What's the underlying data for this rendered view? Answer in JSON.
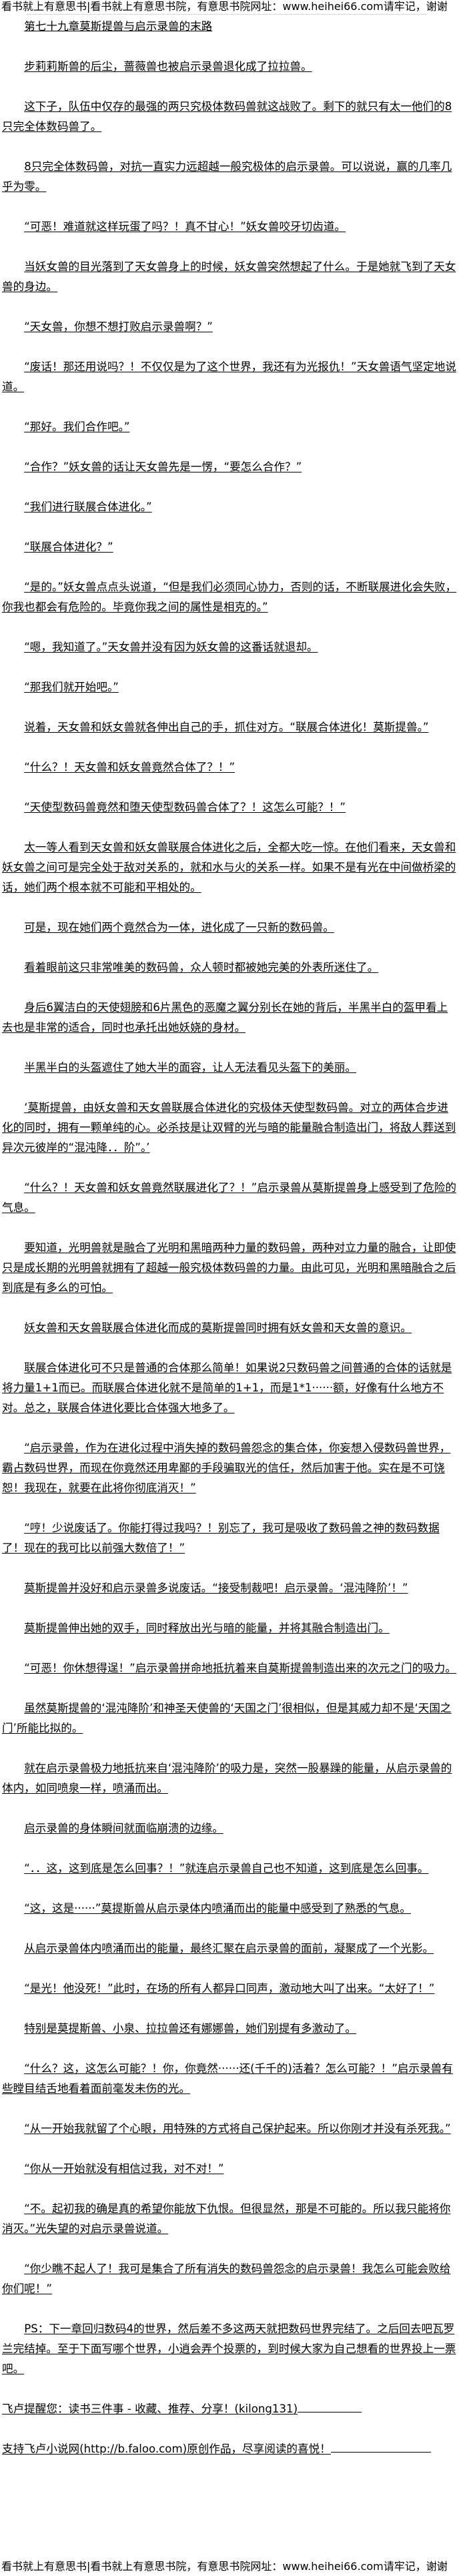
{
  "banner": "看书就上有意思书|看书就上有意思书院，有意思书院网址：www.heihei66.com请牢记，谢谢",
  "title": "第七十九章莫斯提兽与启示录兽的末路",
  "paragraphs": [
    "步莉莉斯兽的后尘，蔷薇兽也被启示录兽退化成了拉拉兽。",
    "这下子，队伍中仅存的最强的两只究极体数码兽就这战败了。剩下的就只有太一他们的8只完全体数码兽了。",
    "8只完全体数码兽，对抗一直实力远超越一般究极体的启示录兽。可以说说，赢的几率几乎为零。",
    "“可恶！难道就这样玩蛋了吗？！真不甘心！”妖女兽咬牙切齿道。",
    "当妖女兽的目光落到了天女兽身上的时候，妖女兽突然想起了什么。于是她就飞到了天女兽的身边。",
    "“天女兽，你想不想打败启示录兽啊？”",
    "“废话！那还用说吗？！不仅仅是为了这个世界，我还有为光报仇！”天女兽语气坚定地说道。",
    "“那好。我们合作吧。”",
    "“合作？”妖女兽的话让天女兽先是一愣，“要怎么合作？”",
    "“我们进行联展合体进化。”",
    "“联展合体进化？”",
    "“是的。”妖女兽点点头说道，“但是我们必须同心协力，否则的话，不断联展进化会失败，你我也都会有危险的。毕竟你我之间的属性是相克的。”",
    "“嗯，我知道了。”天女兽并没有因为妖女兽的这番话就退却。",
    "“那我们就开始吧。”",
    "说着，天女兽和妖女兽就各伸出自己的手，抓住对方。“联展合体进化！莫斯提兽。”",
    "“什么？！天女兽和妖女兽竟然合体了？！”",
    "“天使型数码兽竟然和堕天使型数码兽合体了？！这怎么可能？！”",
    "太一等人看到天女兽和妖女兽联展合体进化之后，全都大吃一惊。在他们看来，天女兽和妖女兽之间可是完全处于敌对关系的，就和水与火的关系一样。如果不是有光在中间做桥梁的话，她们两个根本就不可能和平相处的。",
    "可是，现在她们两个竟然合为一体，进化成了一只新的数码兽。",
    "看着眼前这只非常唯美的数码兽，众人顿时都被她完美的外表所迷住了。",
    "身后6翼洁白的天使翅膀和6片黑色的恶魔之翼分别长在她的背后，半黑半白的盔甲看上去也是非常的适合，同时也承托出她妖娆的身材。",
    "半黑半白的头盔遮住了她大半的面容，让人无法看见头盔下的美丽。",
    "‘莫斯提兽，由妖女兽和天女兽联展合体进化的究极体天使型数码兽。对立的两体合步进化的同时，拥有一颗单纯的心。必杀技是让双臂的光与暗的能量融合制造出门，将敌人葬送到异次元彼岸的“混沌降．．阶”。’",
    "“什么？！天女兽和妖女兽竟然联展进化了？！”启示录兽从莫斯提兽身上感受到了危险的气息。",
    "要知道，光明兽就是融合了光明和黑暗两种力量的数码兽，两种对立力量的融合，让即使只是成长期的光明兽就拥有了超越一般究极体数码兽的力量。由此可见，光明和黑暗融合之后到底是有多么的可怕。",
    "妖女兽和天女兽联展合体进化而成的莫斯提兽同时拥有妖女兽和天女兽的意识。",
    "联展合体进化可不只是普通的合体那么简单！如果说2只数码兽之间普通的合体的话就是将力量1+1而已。而联展合体进化就不是简单的1+1，而是1*1······额，好像有什么地方不对。总之，联展合体进化要比合体强大地多了。",
    "“启示录兽，作为在进化过程中消失掉的数码兽怨念的集合体，你妄想入侵数码兽世界，霸占数码世界，而现在你竟然还用卑鄙的手段骗取光的信任，然后加害于他。实在是不可饶恕！我现在，就要在此将你彻底消灭！”",
    "“哼！少说废话了。你能打得过我吗？！别忘了，我可是吸收了数码兽之神的数码数据了！现在的我可比以前强大数倍了！”",
    "莫斯提兽并没好和启示录兽多说废话。“接受制裁吧！启示录兽。‘混沌降阶’！”",
    "莫斯提兽伸出她的双手，同时释放出光与暗的能量，并将其融合制造出门。",
    "“可恶！你休想得逞！”启示录兽拼命地抵抗着来自莫斯提兽制造出来的次元之门的吸力。",
    "虽然莫斯提兽的‘混沌降阶’和神圣天使兽的‘天国之门’很相似，但是其威力却不是‘天国之门’所能比拟的。",
    "就在启示录兽极力地抵抗来自‘混沌降阶’的吸力是，突然一股暴躁的能量，从启示录兽的体内，如同喷泉一样，喷涌而出。",
    "启示录兽的身体瞬间就面临崩溃的边缘。",
    "“．．这，这到底是怎么回事？！”就连启示录兽自己也不知道，这到底是怎么回事。",
    "“这，这是······”莫提斯兽从启示录体内喷涌而出的能量中感受到了熟悉的气息。",
    "从启示录兽体内喷涌而出的能量，最终汇聚在启示录兽的面前，凝聚成了一个光影。",
    "“是光！他没死！”此时，在场的所有人都异口同声，激动地大叫了出来。“太好了！”",
    "特别是莫提斯兽、小泉、拉拉兽还有娜娜兽，她们别提有多激动了。",
    "“什么？这，这怎么可能？！你，你竟然······还(千千的)活着？怎么可能？！”启示录兽有些瞠目结舌地看着面前毫发未伤的光。",
    "“从一开始我就留了个心眼，用特殊的方式将自己保护起来。所以你刚才并没有杀死我。”",
    "“你从一开始就没有相信过我，对不对！”",
    "“不。起初我的确是真的希望你能放下仇恨。但很显然，那是不可能的。所以我只能将你消灭。”光失望的对启示录兽说道。",
    "“你少瞧不起人了！我可是集合了所有消失的数码兽怨念的启示录兽！我怎么可能会败给你们呢！”",
    "PS：下一章回归数码4的世界，然后差不多这两天就把数码世界完结了。之后回去吧瓦罗兰完结掉。至于下面写哪个世界，小逍会弄个投票的，到时候大家为自己想看的世界投上一票吧。"
  ],
  "reminder": "飞卢提醒您：读书三件事 - 收藏、推荐、分享！(kilong131)",
  "support": "支持飞卢小说网(http://b.faloo.com)原创作品，尽享阅读的喜悦！",
  "footer_banner": "看书就上有意思书|看书就上有意思书院，有意思书院网址：www.heihei66.com请牢记，谢谢"
}
